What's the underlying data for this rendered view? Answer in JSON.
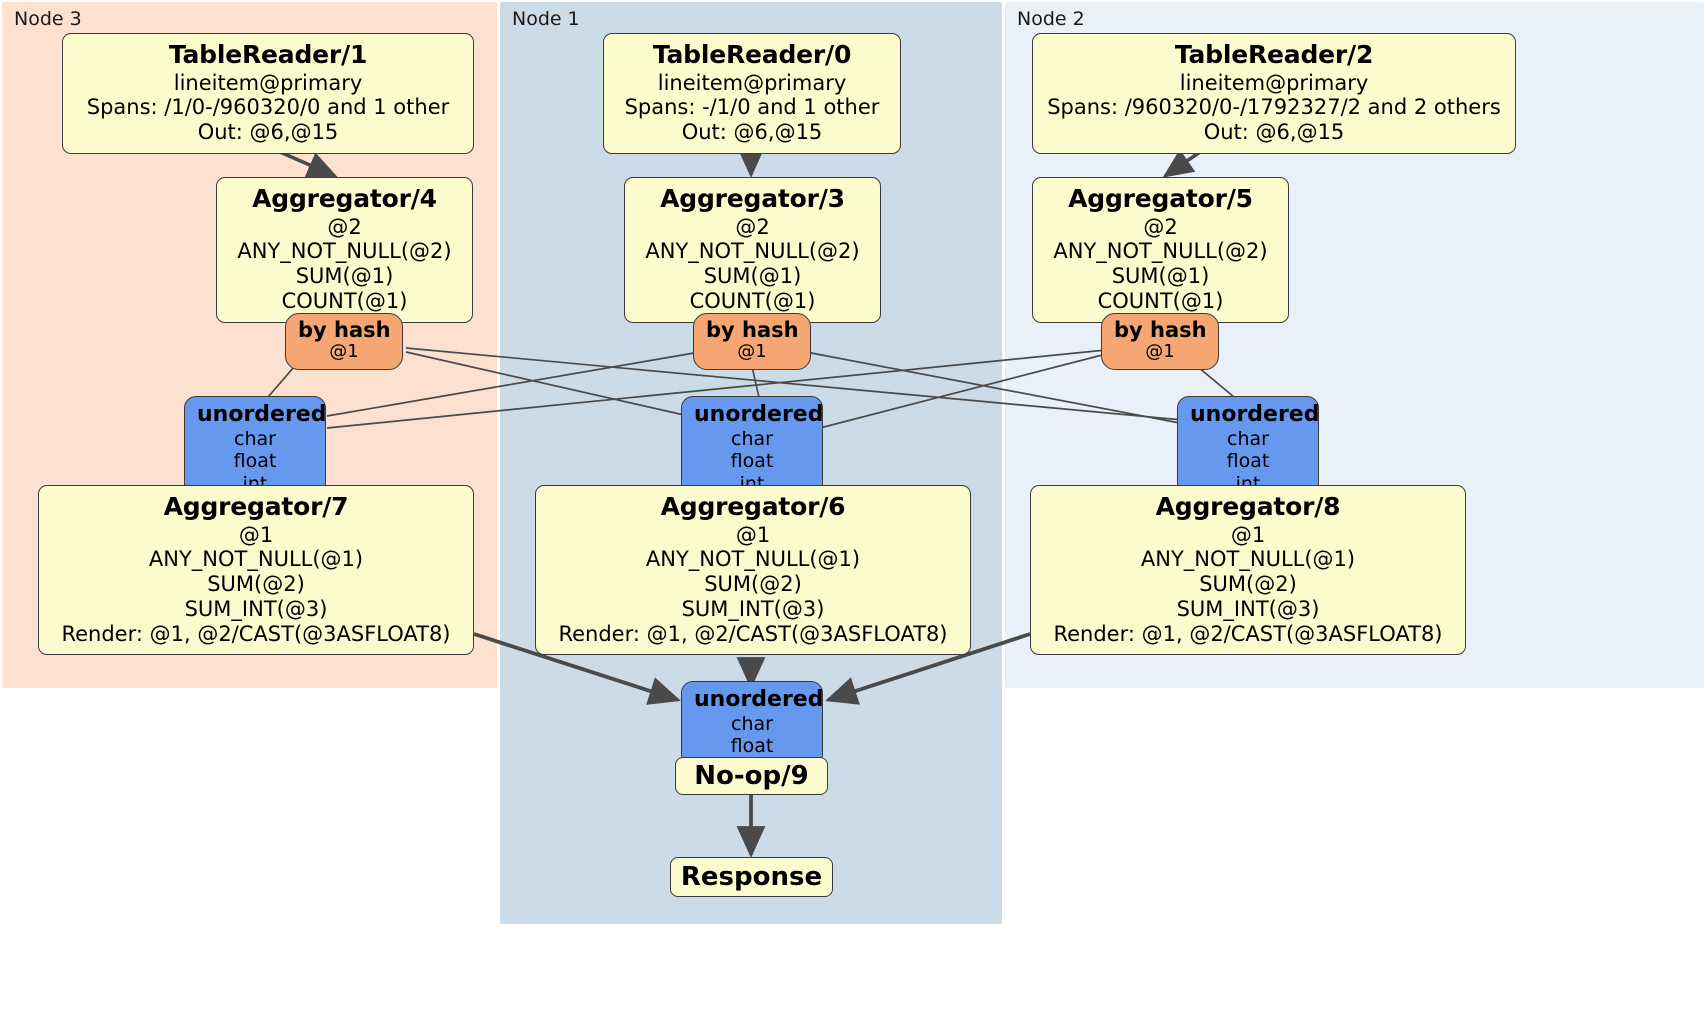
{
  "diagram": {
    "type": "distributed-query-plan",
    "title": "DistSQL physical plan",
    "colors": {
      "node3_bg": "#fce0d0",
      "node1_bg": "#cbdce8",
      "node2_bg": "#eaf0fa",
      "processor_fill": "#fbfbce",
      "router_fill": "#f5a673",
      "synchronizer_fill": "#6699ed",
      "border": "#3b3b3b",
      "edge": "#4a4a4a"
    }
  },
  "regions": [
    {
      "id": "node3",
      "label": "Node 3"
    },
    {
      "id": "node1",
      "label": "Node 1"
    },
    {
      "id": "node2",
      "label": "Node 2"
    }
  ],
  "processors": {
    "table_reader_1": {
      "title": "TableReader/1",
      "lines": [
        "lineitem@primary",
        "Spans: /1/0-/960320/0 and 1 other",
        "Out: @6,@15"
      ]
    },
    "table_reader_0": {
      "title": "TableReader/0",
      "lines": [
        "lineitem@primary",
        "Spans: -/1/0 and 1 other",
        "Out: @6,@15"
      ]
    },
    "table_reader_2": {
      "title": "TableReader/2",
      "lines": [
        "lineitem@primary",
        "Spans: /960320/0-/1792327/2 and 2 others",
        "Out: @6,@15"
      ]
    },
    "aggregator_4": {
      "title": "Aggregator/4",
      "lines": [
        "@2",
        "ANY_NOT_NULL(@2)",
        "SUM(@1)",
        "COUNT(@1)"
      ]
    },
    "aggregator_3": {
      "title": "Aggregator/3",
      "lines": [
        "@2",
        "ANY_NOT_NULL(@2)",
        "SUM(@1)",
        "COUNT(@1)"
      ]
    },
    "aggregator_5": {
      "title": "Aggregator/5",
      "lines": [
        "@2",
        "ANY_NOT_NULL(@2)",
        "SUM(@1)",
        "COUNT(@1)"
      ]
    },
    "aggregator_7": {
      "title": "Aggregator/7",
      "lines": [
        "@1",
        "ANY_NOT_NULL(@1)",
        "SUM(@2)",
        "SUM_INT(@3)",
        "Render: @1, @2/CAST(@3ASFLOAT8)"
      ]
    },
    "aggregator_6": {
      "title": "Aggregator/6",
      "lines": [
        "@1",
        "ANY_NOT_NULL(@1)",
        "SUM(@2)",
        "SUM_INT(@3)",
        "Render: @1, @2/CAST(@3ASFLOAT8)"
      ]
    },
    "aggregator_8": {
      "title": "Aggregator/8",
      "lines": [
        "@1",
        "ANY_NOT_NULL(@1)",
        "SUM(@2)",
        "SUM_INT(@3)",
        "Render: @1, @2/CAST(@3ASFLOAT8)"
      ]
    },
    "noop_9": {
      "title": "No-op/9"
    },
    "response": {
      "title": "Response"
    }
  },
  "routers": {
    "by_hash_left": {
      "title": "by hash",
      "lines": [
        "@1"
      ]
    },
    "by_hash_mid": {
      "title": "by hash",
      "lines": [
        "@1"
      ]
    },
    "by_hash_right": {
      "title": "by hash",
      "lines": [
        "@1"
      ]
    }
  },
  "synchronizers": {
    "unordered_left": {
      "title": "unordered",
      "lines": [
        "char",
        "float",
        "int"
      ]
    },
    "unordered_mid": {
      "title": "unordered",
      "lines": [
        "char",
        "float",
        "int"
      ]
    },
    "unordered_right": {
      "title": "unordered",
      "lines": [
        "char",
        "float",
        "int"
      ]
    },
    "unordered_final": {
      "title": "unordered",
      "lines": [
        "char",
        "float"
      ]
    }
  }
}
